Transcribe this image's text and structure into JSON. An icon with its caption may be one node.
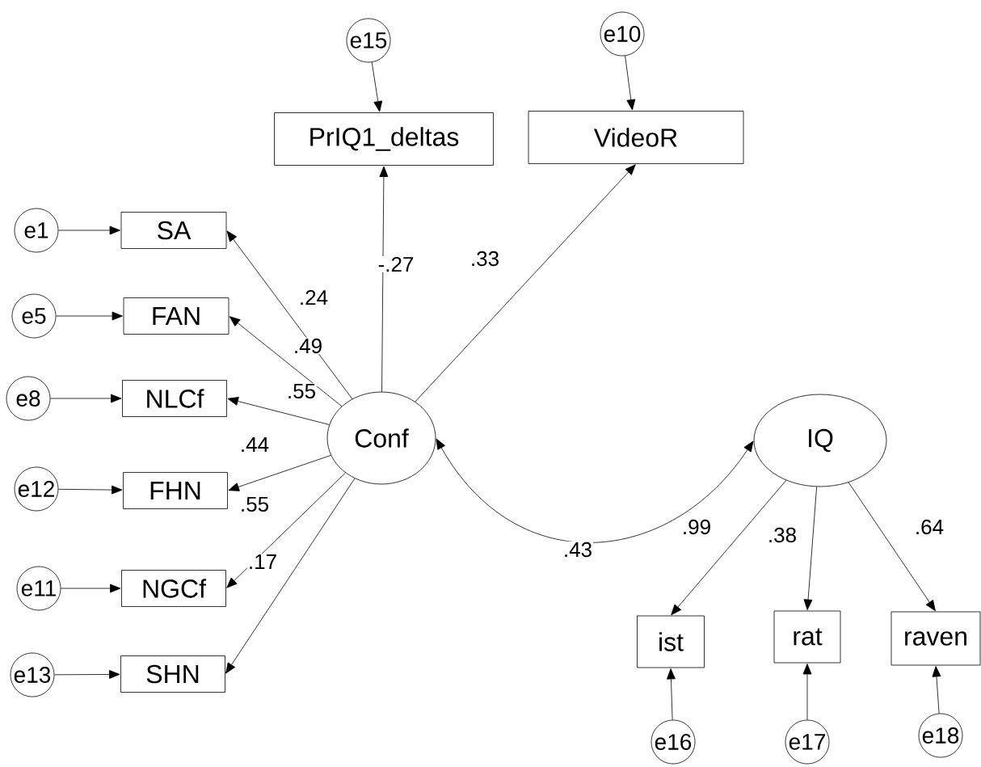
{
  "diagram": {
    "nodes": [
      {
        "text": [
          "e15"
        ]
      },
      {
        "text": [
          "e10"
        ]
      },
      {
        "text": [
          "PrIQ1_deltas"
        ]
      },
      {
        "text": [
          "VideoR"
        ]
      },
      {
        "text": [
          "e1"
        ]
      },
      {
        "text": [
          "SA"
        ]
      },
      {
        "text": [
          "e5"
        ]
      },
      {
        "text": [
          "FAN"
        ]
      },
      {
        "text": [
          "e8"
        ]
      },
      {
        "text": [
          "NLCf"
        ]
      },
      {
        "text": [
          "Conf"
        ]
      },
      {
        "text": [
          "IQ"
        ]
      },
      {
        "text": [
          "e12"
        ]
      },
      {
        "text": [
          "FHN"
        ]
      },
      {
        "text": [
          "e11"
        ]
      },
      {
        "text": [
          "NGCf"
        ]
      },
      {
        "text": [
          "e13"
        ]
      },
      {
        "text": [
          "SHN"
        ]
      },
      {
        "text": [
          "ist"
        ]
      },
      {
        "text": [
          "rat"
        ]
      },
      {
        "text": [
          "raven"
        ]
      },
      {
        "text": [
          "e16"
        ]
      },
      {
        "text": [
          "e17"
        ]
      },
      {
        "text": [
          "e18"
        ]
      }
    ],
    "edges": [
      {
        "from": 0,
        "to": 2,
        "arrow": "to"
      },
      {
        "from": 1,
        "to": 3,
        "arrow": "to"
      },
      {
        "from": 4,
        "to": 5,
        "arrow": "to"
      },
      {
        "from": 6,
        "to": 7,
        "arrow": "to"
      },
      {
        "from": 8,
        "to": 9,
        "arrow": "to"
      },
      {
        "from": 12,
        "to": 13,
        "arrow": "to"
      },
      {
        "from": 14,
        "to": 15,
        "arrow": "to"
      },
      {
        "from": 16,
        "to": 17,
        "arrow": "to"
      },
      {
        "from": 10,
        "to": 2,
        "arrow": "to",
        "label": "-.27"
      },
      {
        "from": 10,
        "to": 3,
        "arrow": "to",
        "label": ".33"
      },
      {
        "from": 10,
        "to": 5,
        "arrow": "to",
        "label": ".24"
      },
      {
        "from": 10,
        "to": 7,
        "arrow": "to",
        "label": ".49"
      },
      {
        "from": 10,
        "to": 9,
        "arrow": "to",
        "label": ".55"
      },
      {
        "from": 10,
        "to": 13,
        "arrow": "to",
        "label": ".44"
      },
      {
        "from": 10,
        "to": 15,
        "arrow": "to",
        "label": ".55"
      },
      {
        "from": 10,
        "to": 17,
        "arrow": "to",
        "label": ".17"
      },
      {
        "from": 10,
        "to": 11,
        "arrow": "both",
        "label": ".43"
      },
      {
        "from": 11,
        "to": 18,
        "arrow": "to",
        "label": ".99"
      },
      {
        "from": 11,
        "to": 19,
        "arrow": "to",
        "label": ".38"
      },
      {
        "from": 11,
        "to": 20,
        "arrow": "to",
        "label": ".64"
      },
      {
        "from": 21,
        "to": 18,
        "arrow": "to"
      },
      {
        "from": 22,
        "to": 19,
        "arrow": "to"
      },
      {
        "from": 23,
        "to": 20,
        "arrow": "to"
      }
    ]
  }
}
